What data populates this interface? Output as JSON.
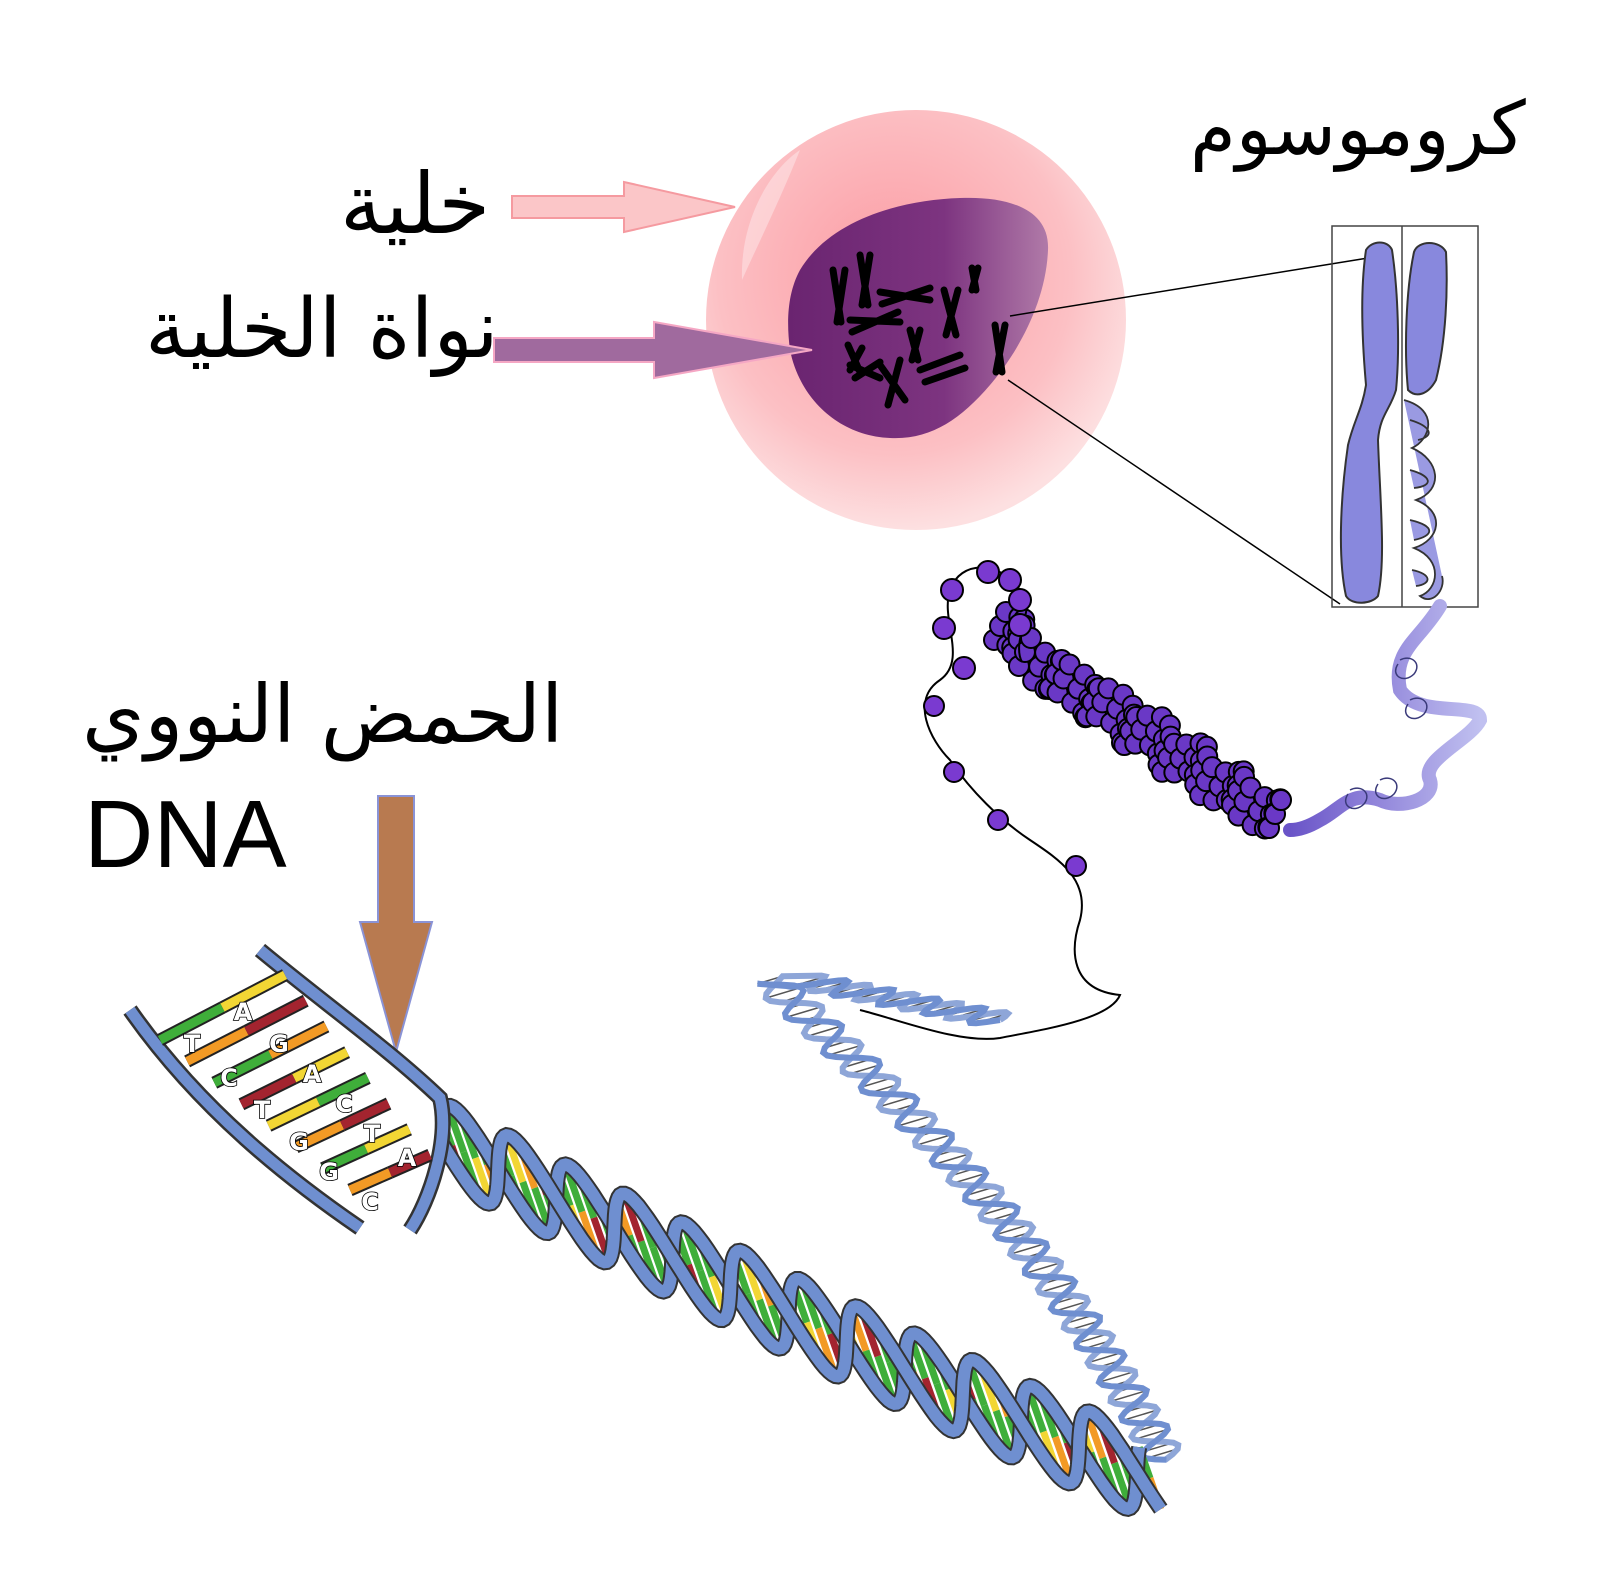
{
  "labels": {
    "cell": "خلية",
    "nucleus": "نواة الخلية",
    "chromosome": "كروموسوم",
    "dna_arabic": "الحمض النووي",
    "dna_english": "DNA"
  },
  "base_letters": [
    "A",
    "T",
    "G",
    "C",
    "A",
    "T",
    "C",
    "G",
    "T",
    "G",
    "A",
    "C"
  ],
  "colors": {
    "cell": "#f9aab0",
    "nucleus": "#7a2e7e",
    "chromosome": "#8888dd",
    "dna_backbone": "#6f8fd0",
    "cell_arrow": "#fbc6c8",
    "nucleus_arrow": "#a06a9e",
    "dna_arrow": "#b87a50",
    "base_green": "#3fae3a",
    "base_yellow": "#f2d634",
    "base_orange": "#f29a25",
    "base_red": "#a3242f"
  }
}
